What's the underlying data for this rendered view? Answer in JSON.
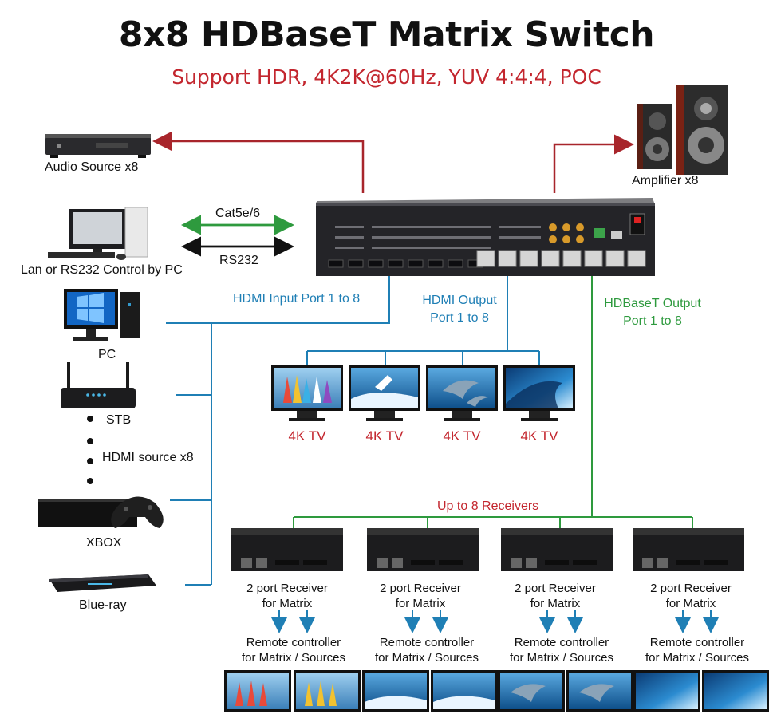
{
  "header": {
    "title": "8x8 HDBaseT Matrix Switch",
    "subtitle": "Support HDR, 4K2K@60Hz, YUV 4:4:4, POC"
  },
  "left": {
    "audio_source": "Audio Source x8",
    "cat_label": "Cat5e/6",
    "rs232_label": "RS232",
    "lan_control": "Lan or RS232 Control by PC",
    "pc": "PC",
    "stb": "STB",
    "hdmi_source": "HDMI source x8",
    "xbox": "XBOX",
    "blueray": "Blue-ray"
  },
  "right": {
    "amplifier": "Amplifier x8"
  },
  "ports": {
    "hdmi_input": "HDMI Input Port 1 to 8",
    "hdmi_output_l1": "HDMI Output",
    "hdmi_output_l2": "Port 1 to 8",
    "hdbaset_output_l1": "HDBaseT Output",
    "hdbaset_output_l2": "Port 1 to 8"
  },
  "tvs": [
    "4K TV",
    "4K TV",
    "4K TV",
    "4K TV"
  ],
  "receivers": {
    "header": "Up to 8 Receivers",
    "items": [
      {
        "l1": "2 port Receiver",
        "l2": "for Matrix",
        "r1": "Remote controller",
        "r2": "for Matrix / Sources"
      },
      {
        "l1": "2 port Receiver",
        "l2": "for Matrix",
        "r1": "Remote controller",
        "r2": "for Matrix / Sources"
      },
      {
        "l1": "2 port Receiver",
        "l2": "for Matrix",
        "r1": "Remote controller",
        "r2": "for Matrix / Sources"
      },
      {
        "l1": "2 port Receiver",
        "l2": "for Matrix",
        "r1": "Remote controller",
        "r2": "for Matrix / Sources"
      }
    ]
  },
  "colors": {
    "red_line": "#a8252b",
    "blue_line": "#1f7fb5",
    "green_line": "#2e9a3e",
    "device_dark": "#1b1b1b"
  }
}
